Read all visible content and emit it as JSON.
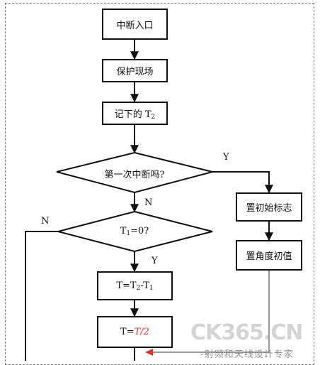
{
  "boxes": {
    "interrupt_entry": "中断入口",
    "save_context": "保护现场",
    "record_t2_prefix": "记下的 T",
    "record_t2_sub": "2",
    "init_flag": "置初始标志",
    "init_angle": "置角度初值",
    "t_eq_prefix": "T=T",
    "t_eq_sub_a": "2",
    "t_eq_mid": "-T",
    "t_eq_sub_b": "1",
    "t_partial": "T=",
    "t_partial_highlight": "T/2"
  },
  "decisions": {
    "first_interrupt": "第一次中断吗?",
    "t1_zero_prefix": "T",
    "t1_zero_sub": "1",
    "t1_zero_suffix": "=0?"
  },
  "labels": {
    "yes_right": "Y",
    "no_down": "N",
    "no_left": "N",
    "yes_down": "Y"
  },
  "watermark": {
    "main": "CK365.CN",
    "sub": "-射频和天线设计专家"
  },
  "colors": {
    "line": "#111111",
    "gray_line": "#999999",
    "watermark_red": "#e0302a"
  }
}
